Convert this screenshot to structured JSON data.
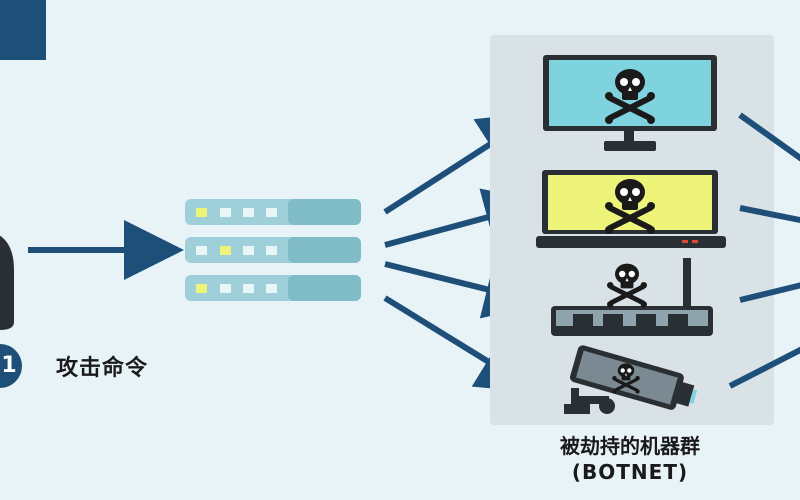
{
  "step": {
    "number": "1",
    "label": "攻击命令"
  },
  "botnet": {
    "title": "被劫持的机器群",
    "subtitle": "(BOTNET)"
  },
  "devices": [
    "computer-monitor",
    "laptop",
    "router",
    "security-camera"
  ],
  "colors": {
    "background": "#e8f3f8",
    "navy": "#1d4f78",
    "arrow": "#1d4f78",
    "server": "#9fd0d9",
    "server_dark": "#7fbcc8",
    "monitor_screen": "#7fd3df",
    "laptop_screen": "#eef47a",
    "panel": "#d9e2e6",
    "device_dark": "#2a2f33"
  }
}
